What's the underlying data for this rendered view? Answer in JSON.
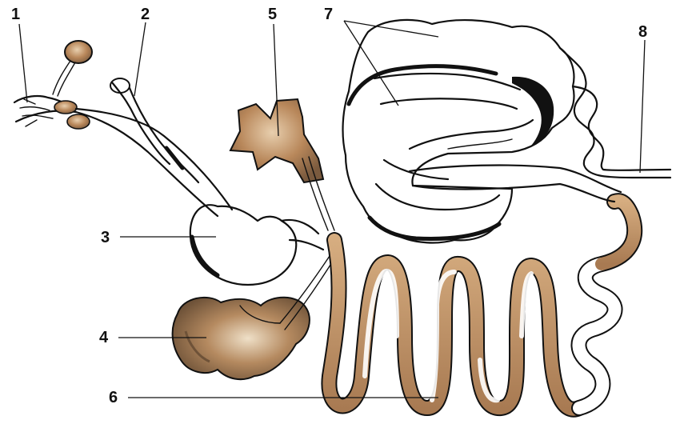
{
  "diagram": {
    "labels": [
      {
        "id": "l1",
        "text": "1"
      },
      {
        "id": "l2",
        "text": "2"
      },
      {
        "id": "l3",
        "text": "3"
      },
      {
        "id": "l4",
        "text": "4"
      },
      {
        "id": "l5",
        "text": "5"
      },
      {
        "id": "l6",
        "text": "6"
      },
      {
        "id": "l7",
        "text": "7"
      },
      {
        "id": "l8",
        "text": "8"
      }
    ],
    "colors": {
      "organ_fill": "#b8875a",
      "organ_shade": "#8a6a4a",
      "intestine_fill": "#c89a6a",
      "outline": "#111111",
      "background": "#ffffff"
    }
  }
}
